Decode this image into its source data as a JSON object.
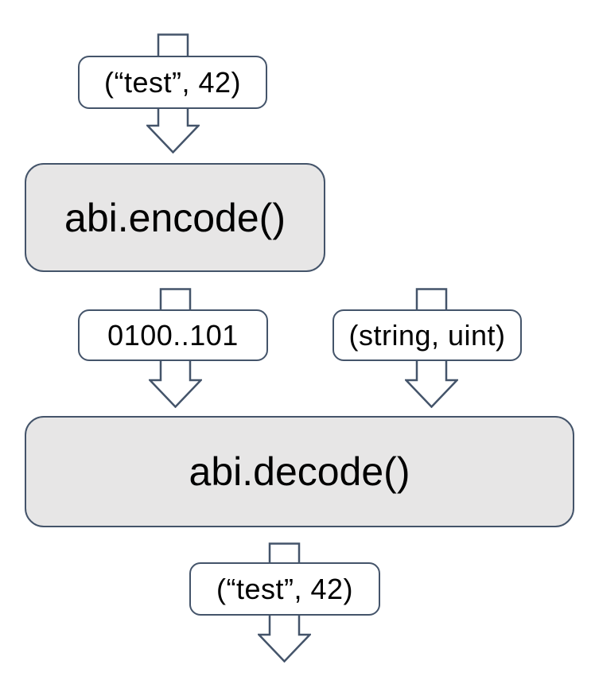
{
  "colors": {
    "border": "#44546A",
    "process_fill": "#E7E6E6",
    "label_fill": "#FFFFFF",
    "text": "#000000",
    "canvas_bg": "#FFFFFF"
  },
  "flow": {
    "input_label": "(“test”, 42)",
    "encode_label": "abi.encode()",
    "encoded_label": "0100..101",
    "types_label": "(string, uint)",
    "decode_label": "abi.decode()",
    "output_label": "(“test”, 42)"
  }
}
